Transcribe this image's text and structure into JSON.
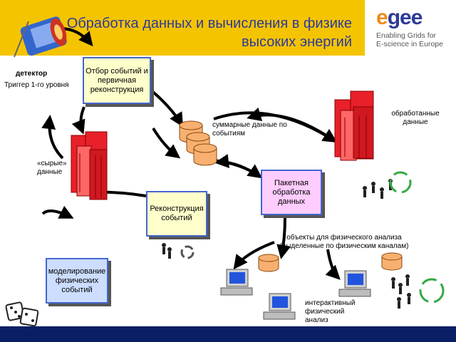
{
  "title": "Обработка данных и вычисления в физике высоких энергий",
  "logo": {
    "word": "egee",
    "sub_line1": "Enabling Grids for",
    "sub_line2": "E-science in Europe"
  },
  "boxes": {
    "event_selection": "Отбор событий и первичная реконструкция",
    "event_reconstruction": "Реконструкция событий",
    "batch_processing": "Пакетная обработка данных",
    "simulation": "моделирование физических событий"
  },
  "labels": {
    "detector": "детектор",
    "trigger": "Триггер 1-го уровня",
    "raw_data": "«сырые» данные",
    "event_summary": "суммарные данные по событиям",
    "processed_data": "обработанные данные",
    "analysis_objects": "объекты для физического анализа (выделенные по физическим каналам)",
    "interactive_analysis": "интерактивный физический анализ"
  },
  "colors": {
    "header_bg": "#f5c400",
    "title_text": "#2c3a9a",
    "box_yellow": "#ffffcc",
    "box_pink": "#ffccff",
    "box_blue": "#ccddff",
    "box_border": "#4466cc",
    "cylinder": "#f8b070",
    "server_red": "#e8202a",
    "bottom_bar": "#0a1e66"
  },
  "icons": [
    "detector-icon",
    "server-rack-icon",
    "database-cylinder-icon",
    "computer-icon",
    "people-icon",
    "recycle-icon",
    "dice-icon"
  ]
}
